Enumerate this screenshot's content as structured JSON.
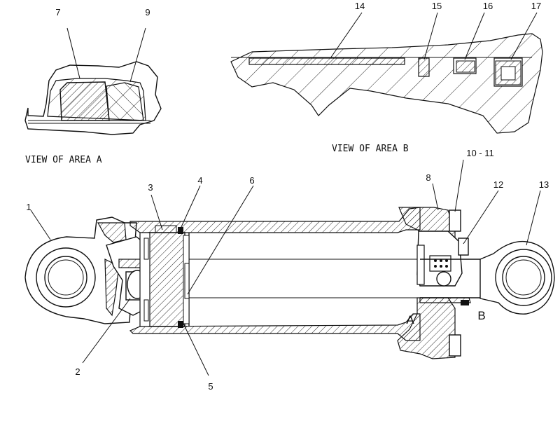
{
  "views": {
    "area_a": "VIEW OF AREA A",
    "area_b": "VIEW OF AREA B"
  },
  "callouts": {
    "c1": "1",
    "c2": "2",
    "c3": "3",
    "c4": "4",
    "c5": "5",
    "c6": "6",
    "c7": "7",
    "c8": "8",
    "c9": "9",
    "c10_11": "10 - 11",
    "c12": "12",
    "c13": "13",
    "c14": "14",
    "c15": "15",
    "c16": "16",
    "c17": "17"
  },
  "area_markers": {
    "a": "A",
    "b": "B"
  }
}
